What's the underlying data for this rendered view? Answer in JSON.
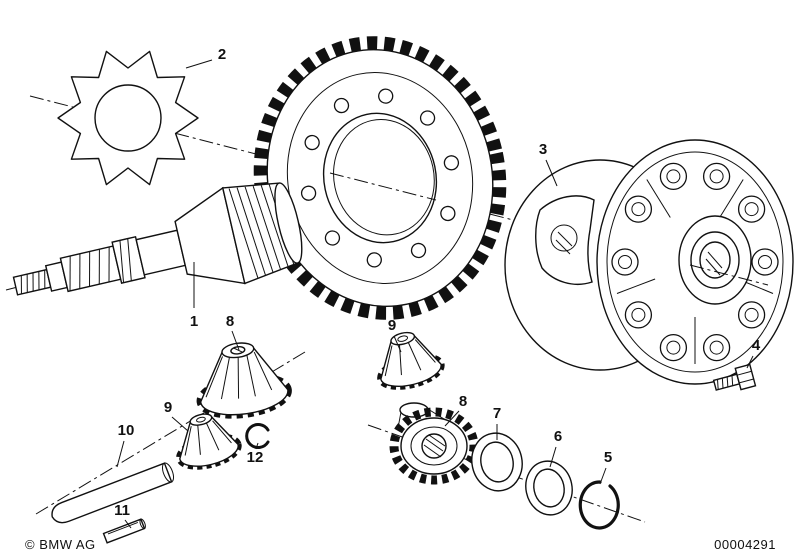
{
  "page": {
    "background": "#ffffff",
    "ink": "#111111"
  },
  "footer": {
    "copyright": "© BMW AG",
    "drawing_number": "00004291"
  },
  "callouts": [
    {
      "label": "1"
    },
    {
      "label": "2"
    },
    {
      "label": "3"
    },
    {
      "label": "4"
    },
    {
      "label": "5"
    },
    {
      "label": "6"
    },
    {
      "label": "7"
    },
    {
      "label": "8"
    },
    {
      "label": "8"
    },
    {
      "label": "9"
    },
    {
      "label": "9"
    },
    {
      "label": "10"
    },
    {
      "label": "11"
    },
    {
      "label": "12"
    }
  ]
}
